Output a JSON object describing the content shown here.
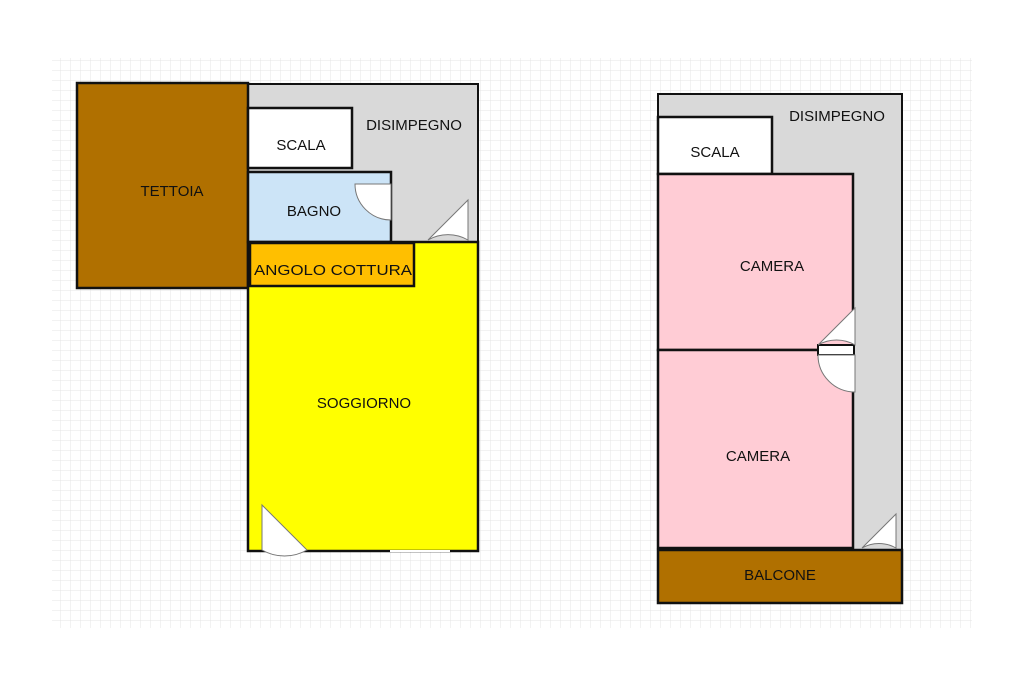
{
  "floor_plan": {
    "ground_floor": {
      "tettoia": "TETTOIA",
      "scala": "SCALA",
      "disimpegno": "DISIMPEGNO",
      "bagno": "BAGNO",
      "angolo_cottura": "ANGOLO COTTURA",
      "soggiorno": "SOGGIORNO"
    },
    "upper_floor": {
      "disimpegno": "DISIMPEGNO",
      "scala": "SCALA",
      "camera_1": "CAMERA",
      "camera_2": "CAMERA",
      "balcone": "BALCONE"
    }
  },
  "colors": {
    "grid": "#e4e4e4",
    "tettoia": "#b07000",
    "disimpegno": "#d9d9d9",
    "scala": "#ffffff",
    "bagno": "#cce4f7",
    "angolo_cottura": "#ffbf00",
    "soggiorno": "#ffff00",
    "camera": "#ffccd5",
    "balcone": "#b07000",
    "wall": "#111111"
  }
}
